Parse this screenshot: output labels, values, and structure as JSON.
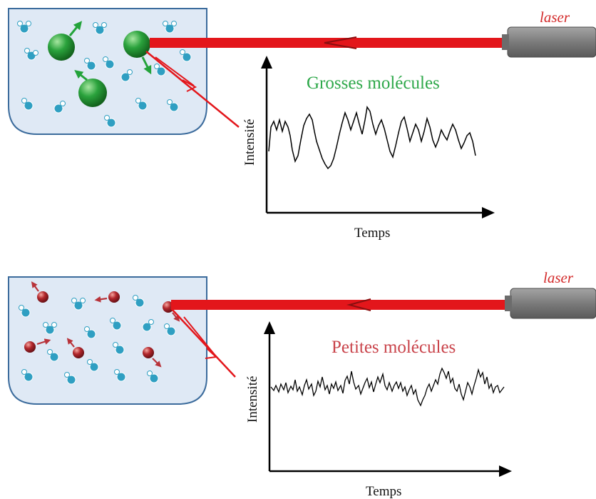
{
  "panels": [
    {
      "id": "large",
      "laser_label": "laser",
      "title": "Grosses molécules",
      "xlabel": "Temps",
      "ylabel": "Intensité",
      "particle_color": "#2aa23c",
      "arrow_color": "#23a33a",
      "title_color": "#2ea84a",
      "signal_description": "slow, large-amplitude fluctuations"
    },
    {
      "id": "small",
      "laser_label": "laser",
      "title": "Petites molécules",
      "xlabel": "Temps",
      "ylabel": "Intensité",
      "particle_color": "#b2272c",
      "arrow_color": "#b8333a",
      "title_color": "#c9434a",
      "signal_description": "fast, small-amplitude fluctuations"
    }
  ],
  "colors": {
    "laser_beam": "#e3161b",
    "vessel_fill": "#dfe9f5",
    "vessel_stroke": "#3b6b9c",
    "solvent": "#2f9fc2",
    "device": "#808080"
  }
}
